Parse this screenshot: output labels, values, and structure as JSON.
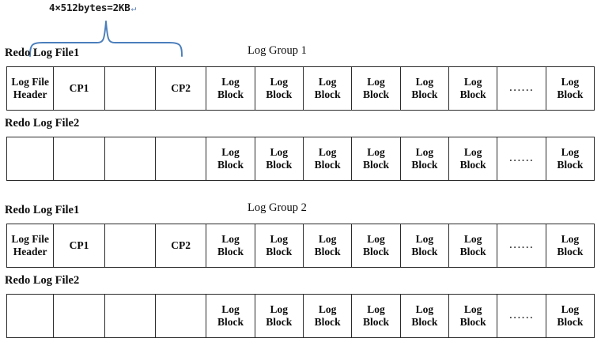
{
  "diagram": {
    "title_annotation": "4×512bytes=2KB",
    "annotation_mark": "↵",
    "brace_color": "#4a7ebb",
    "border_color": "#2b2b2b",
    "background_color": "#ffffff",
    "labels": {
      "redo_log_file_1": "Redo Log File1",
      "redo_log_file_2": "Redo Log File2",
      "log_group_1": "Log Group 1",
      "log_group_2": "Log Group 2"
    },
    "cell_labels": {
      "log_file_header": "Log File\nHeader",
      "cp1": "CP1",
      "cp2": "CP2",
      "log_block": "Log\nBlock",
      "empty": "",
      "ellipsis": "······"
    },
    "groups": [
      {
        "name": "Log Group 1",
        "files": [
          {
            "name": "Redo Log File1",
            "cells": [
              {
                "label": "Log File\nHeader",
                "kind": "header"
              },
              {
                "label": "CP1",
                "kind": "checkpoint"
              },
              {
                "label": "",
                "kind": "empty"
              },
              {
                "label": "CP2",
                "kind": "checkpoint"
              },
              {
                "label": "Log\nBlock",
                "kind": "block"
              },
              {
                "label": "Log\nBlock",
                "kind": "block"
              },
              {
                "label": "Log\nBlock",
                "kind": "block"
              },
              {
                "label": "Log\nBlock",
                "kind": "block"
              },
              {
                "label": "Log\nBlock",
                "kind": "block"
              },
              {
                "label": "Log\nBlock",
                "kind": "block"
              },
              {
                "label": "······",
                "kind": "ellipsis"
              },
              {
                "label": "Log\nBlock",
                "kind": "block"
              }
            ]
          },
          {
            "name": "Redo Log File2",
            "cells": [
              {
                "label": "",
                "kind": "empty"
              },
              {
                "label": "",
                "kind": "empty"
              },
              {
                "label": "",
                "kind": "empty"
              },
              {
                "label": "",
                "kind": "empty"
              },
              {
                "label": "Log\nBlock",
                "kind": "block"
              },
              {
                "label": "Log\nBlock",
                "kind": "block"
              },
              {
                "label": "Log\nBlock",
                "kind": "block"
              },
              {
                "label": "Log\nBlock",
                "kind": "block"
              },
              {
                "label": "Log\nBlock",
                "kind": "block"
              },
              {
                "label": "Log\nBlock",
                "kind": "block"
              },
              {
                "label": "······",
                "kind": "ellipsis"
              },
              {
                "label": "Log\nBlock",
                "kind": "block"
              }
            ]
          }
        ]
      },
      {
        "name": "Log Group 2",
        "files": [
          {
            "name": "Redo Log File1",
            "cells": [
              {
                "label": "Log File\nHeader",
                "kind": "header"
              },
              {
                "label": "CP1",
                "kind": "checkpoint"
              },
              {
                "label": "",
                "kind": "empty"
              },
              {
                "label": "CP2",
                "kind": "checkpoint"
              },
              {
                "label": "Log\nBlock",
                "kind": "block"
              },
              {
                "label": "Log\nBlock",
                "kind": "block"
              },
              {
                "label": "Log\nBlock",
                "kind": "block"
              },
              {
                "label": "Log\nBlock",
                "kind": "block"
              },
              {
                "label": "Log\nBlock",
                "kind": "block"
              },
              {
                "label": "Log\nBlock",
                "kind": "block"
              },
              {
                "label": "······",
                "kind": "ellipsis"
              },
              {
                "label": "Log\nBlock",
                "kind": "block"
              }
            ]
          },
          {
            "name": "Redo Log File2",
            "cells": [
              {
                "label": "",
                "kind": "empty"
              },
              {
                "label": "",
                "kind": "empty"
              },
              {
                "label": "",
                "kind": "empty"
              },
              {
                "label": "",
                "kind": "empty"
              },
              {
                "label": "Log\nBlock",
                "kind": "block"
              },
              {
                "label": "Log\nBlock",
                "kind": "block"
              },
              {
                "label": "Log\nBlock",
                "kind": "block"
              },
              {
                "label": "Log\nBlock",
                "kind": "block"
              },
              {
                "label": "Log\nBlock",
                "kind": "block"
              },
              {
                "label": "Log\nBlock",
                "kind": "block"
              },
              {
                "label": "······",
                "kind": "ellipsis"
              },
              {
                "label": "Log\nBlock",
                "kind": "block"
              }
            ]
          }
        ]
      }
    ]
  }
}
